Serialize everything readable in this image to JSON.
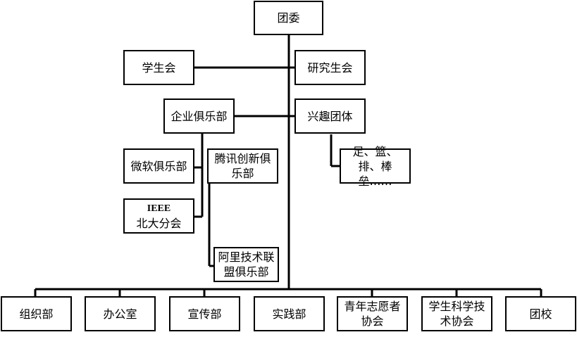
{
  "org_chart": {
    "root": "团委",
    "side_left": "学生会",
    "side_right": "研究生会",
    "enterprise_clubs": "企业俱乐部",
    "interest_groups": "兴趣团体",
    "microsoft_club": "微软俱乐部",
    "tencent_club": "腾讯创新俱乐部",
    "ieee_line1": "IEEE",
    "ieee_line2": "北大分会",
    "alibaba_club": "阿里技术联盟俱乐部",
    "sports": "足、篮、排、棒垒……",
    "departments": [
      "组织部",
      "办公室",
      "宣传部",
      "实践部",
      "青年志愿者协会",
      "学生科学技术协会",
      "团校"
    ]
  }
}
